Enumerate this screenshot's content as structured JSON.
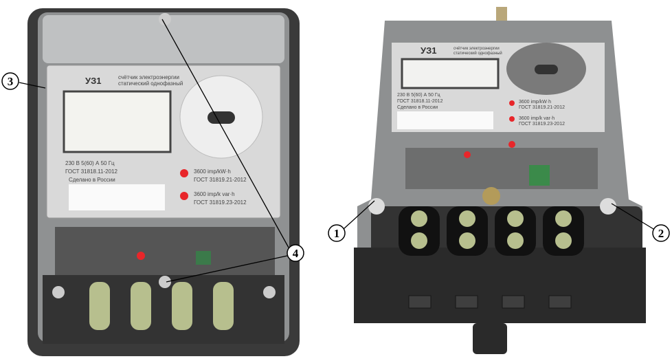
{
  "figure": {
    "callouts": [
      "1",
      "2",
      "3",
      "4"
    ],
    "meter_left": {
      "model": "УЗ1",
      "description_line1": "счётчик электроэнергии",
      "description_line2": "статический однофазный",
      "rating": "230 В  5(60) А  50 Гц",
      "standard": "ГОСТ 31818.11-2012",
      "origin": "Сделано в России",
      "led1_rate": "3600 imp/kW·h",
      "led1_standard": "ГОСТ 31819.21-2012",
      "led2_rate": "3600 imp/k var·h",
      "led2_standard": "ГОСТ 31819.23-2012"
    },
    "meter_right": {
      "model": "УЗ1",
      "description_line1": "счётчик электроэнергии",
      "description_line2": "статический однофазный",
      "rating": "230 В  5(60) А  50 Гц",
      "standard": "ГОСТ 31818.11-2012",
      "origin": "Сделано в России",
      "led1_rate": "3600 imp/kW·h",
      "led1_standard": "ГОСТ 31819.21-2012",
      "led2_rate": "3600 imp/k var·h",
      "led2_standard": "ГОСТ 31819.23-2012"
    },
    "colors": {
      "led": "#e8262a",
      "body": "#2d2d2d",
      "plate": "#d8d8d8",
      "terminal": "#b7bf8e"
    }
  }
}
